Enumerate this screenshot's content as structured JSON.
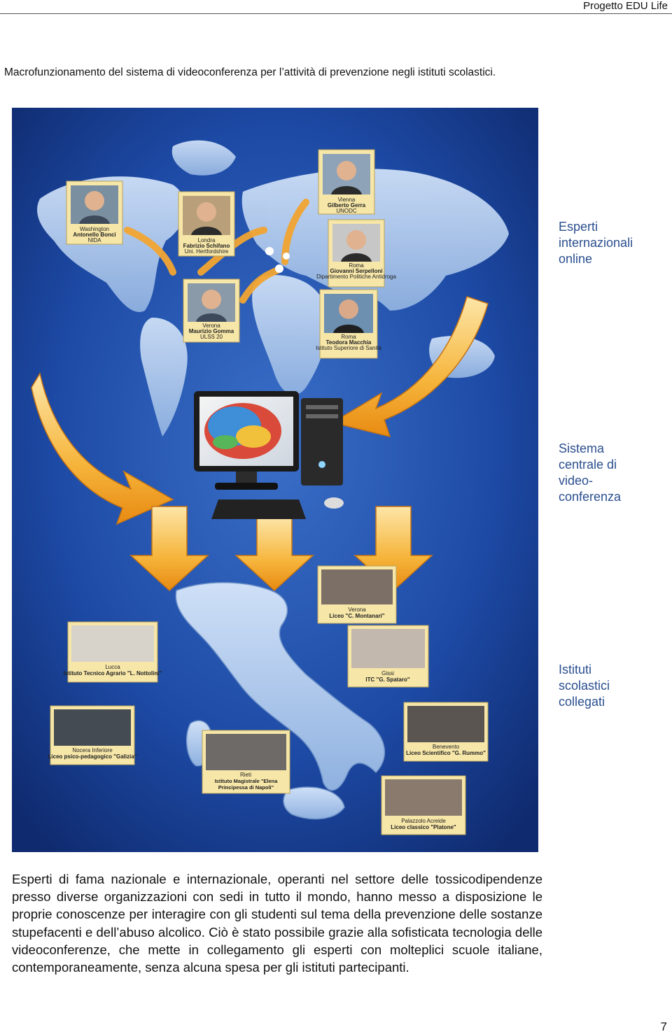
{
  "header": {
    "title": "Progetto EDU Life"
  },
  "caption": "Macrofunzionamento del sistema di videoconferenza per l’attività di prevenzione negli istituti scolastici.",
  "side_labels": {
    "experts": "Esperti internazionali online",
    "central": "Sistema centrale di video-conferenza",
    "schools": "Istituti scolastici collegati"
  },
  "experts": [
    {
      "city": "Washington",
      "name": "Antonello Bonci",
      "org": "NIDA"
    },
    {
      "city": "Londra",
      "name": "Fabrizio Schifano",
      "org": "Uni. Hertfordshire"
    },
    {
      "city": "Vienna",
      "name": "Gilberto Gerra",
      "org": "UNODC"
    },
    {
      "city": "Roma",
      "name": "Giovanni Serpelloni",
      "org": "Dipartimento Politiche Antidroga"
    },
    {
      "city": "Verona",
      "name": "Maurizio Gomma",
      "org": "ULSS 20"
    },
    {
      "city": "Roma",
      "name": "Teodora Macchia",
      "org": "Istituto Superiore di Sanità"
    }
  ],
  "schools": [
    {
      "city": "Verona",
      "name": "Liceo \"C. Montanari\""
    },
    {
      "city": "Lucca",
      "name": "Istituto Tecnico Agrario \"L. Nottolini\""
    },
    {
      "city": "Gissi",
      "name": "ITC \"G. Spataro\""
    },
    {
      "city": "Nocera Inferiore",
      "name": "Liceo psico-pedagogico \"Galizia\""
    },
    {
      "city": "Benevento",
      "name": "Liceo Scientifico \"G. Rummo\""
    },
    {
      "city": "Rieti",
      "name": "Istituto Magistrale \"Elena Principessa di Napoli\""
    },
    {
      "city": "Palazzolo Acreide",
      "name": "Liceo classico \"Platone\""
    }
  ],
  "body_text": "Esperti di fama nazionale e internazionale, operanti nel settore delle tossicodipendenze presso diverse organizzazioni con sedi in tutto il mondo, hanno messo a disposizione le proprie conoscenze per interagire con gli studenti sul tema della prevenzione delle sostanze stupefacenti e dell’abuso alcolico. Ciò è stato possibile grazie alla sofisticata tecnologia delle videoconferenze, che mette in collegamento gli esperti con molteplici scuole italiane, contemporaneamente, senza alcuna spesa per gli istituti partecipanti.",
  "page_number": "7"
}
